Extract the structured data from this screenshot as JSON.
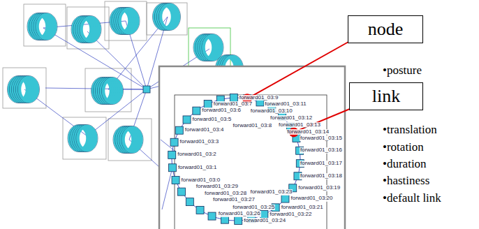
{
  "diagram": {
    "nodes": [
      {
        "text": [
          "node"
        ]
      },
      {
        "text": [
          "link"
        ]
      }
    ],
    "labels": [
      "•posture",
      "•translation",
      "•rotation",
      "•duration",
      "•hastiness",
      "•default link",
      "forward01_03:0",
      "forward01_03:1",
      "forward01_03:2",
      "forward01_03:3",
      "forward01_03:4",
      "forward01_03:5",
      "forward01_03:6",
      "forward01_03:7",
      "forward01_03:8",
      "forward01_03:9",
      "forward01_03:10",
      "forward01_03:11",
      "forward01_03:12",
      "forward01_03:13",
      "forward01_03:14",
      "forward01_03:15",
      "forward01_03:16",
      "forward01_03:17",
      "forward01_03:18",
      "forward01_03:19",
      "forward01_03:20",
      "forward01_03:21",
      "forward01_03:22",
      "forward01_03:23",
      "forward01_03:24",
      "forward01_03:25",
      "forward01_03:26",
      "forward01_03:27",
      "forward01_03:28",
      "forward01_03:29"
    ]
  }
}
